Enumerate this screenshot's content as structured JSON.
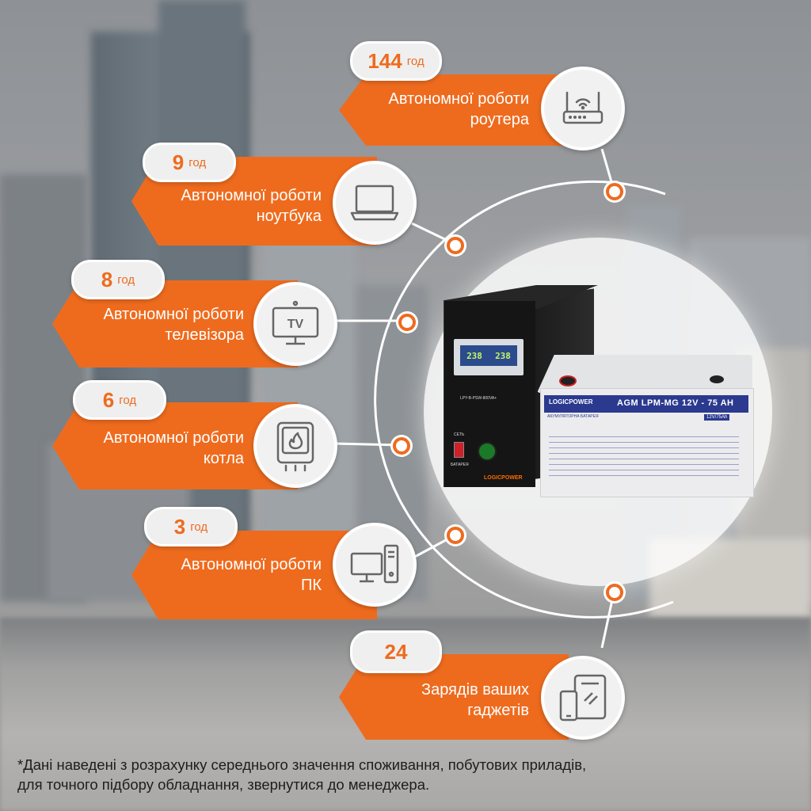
{
  "items": [
    {
      "value": "144",
      "unit": "год",
      "line1": "Автономної роботи",
      "line2": "роутера",
      "icon": "router-icon"
    },
    {
      "value": "9",
      "unit": "год",
      "line1": "Автономної роботи",
      "line2": "ноутбука",
      "icon": "laptop-icon"
    },
    {
      "value": "8",
      "unit": "год",
      "line1": "Автономної роботи",
      "line2": "телевізора",
      "icon": "tv-icon",
      "icon_text": "TV"
    },
    {
      "value": "6",
      "unit": "год",
      "line1": "Автономної роботи",
      "line2": "котла",
      "icon": "boiler-icon"
    },
    {
      "value": "3",
      "unit": "год",
      "line1": "Автономної роботи",
      "line2": "ПК",
      "icon": "pc-icon"
    },
    {
      "value": "24",
      "unit": "",
      "line1": "Зарядів ваших",
      "line2": "гаджетів",
      "icon": "phone-tablet-icon"
    }
  ],
  "product": {
    "battery_title": "AGM LPM-MG 12V - 75 AH",
    "battery_brand": "LOGICPOWER",
    "battery_sub": "АКУМУЛЯТОРНА БАТАРЕЯ",
    "battery_badge": "12V/75Ah",
    "inverter_model": "LPY-B-PSW-800VA+",
    "inverter_brand": "LOGICPOWER",
    "inverter_screen_left": "238",
    "inverter_screen_right": "238",
    "inverter_label_power": "СЕТЬ",
    "inverter_label_battery": "БАТАРЕЯ"
  },
  "colors": {
    "accent": "#ee6b1e",
    "white": "#ffffff"
  },
  "footnote": {
    "line1": "*Дані наведені з розрахунку середнього значення споживання, побутових приладів,",
    "line2": "для точного підбору обладнання, звернутися до менеджера."
  }
}
